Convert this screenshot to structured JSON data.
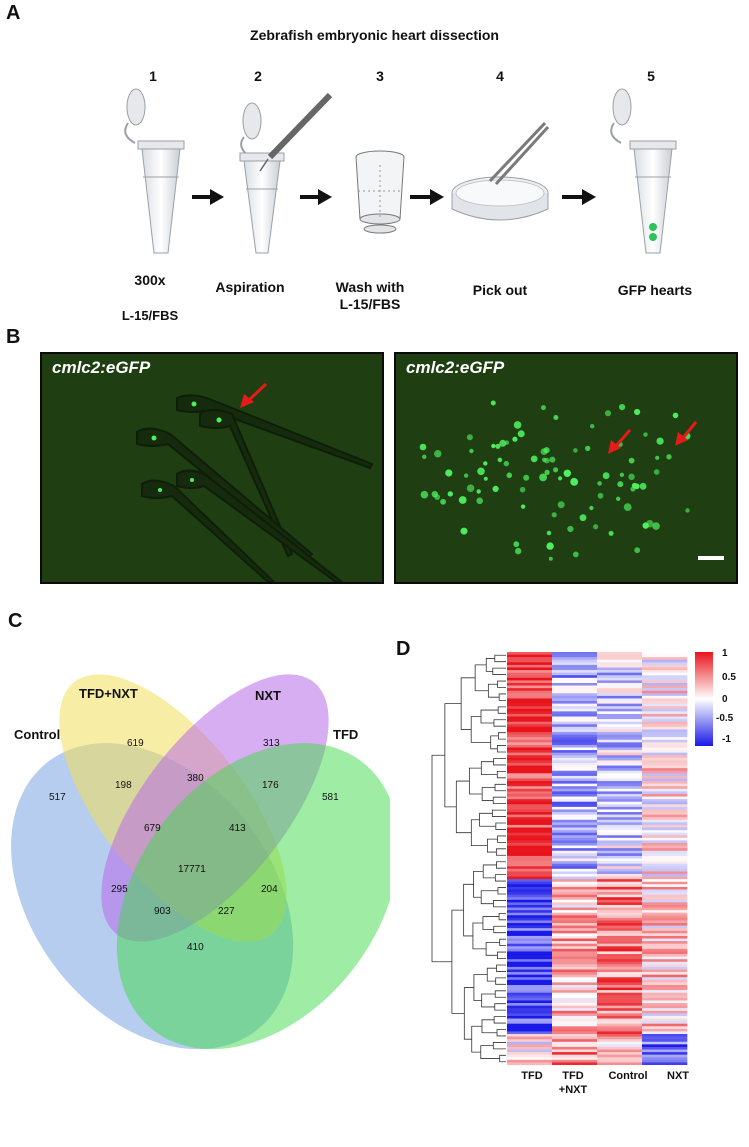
{
  "panels": {
    "a": "A",
    "b": "B",
    "c": "C",
    "d": "D"
  },
  "panel_a": {
    "title": "Zebrafish embryonic heart dissection",
    "steps": [
      {
        "num": "1",
        "label_lines": [
          "300x",
          "L-15/FBS"
        ]
      },
      {
        "num": "2",
        "label_lines": [
          "Aspiration"
        ]
      },
      {
        "num": "3",
        "label_lines": [
          "Wash with",
          "L-15/FBS"
        ]
      },
      {
        "num": "4",
        "label_lines": [
          "Pick out"
        ]
      },
      {
        "num": "5",
        "label_lines": [
          "GFP hearts"
        ]
      }
    ]
  },
  "panel_b": {
    "left_label": "cmlc2:eGFP",
    "right_label": "cmlc2:eGFP"
  },
  "panel_c": {
    "sets": [
      "Control",
      "TFD+NXT",
      "NXT",
      "TFD"
    ],
    "counts": {
      "control_only": "517",
      "tfdnxt_only": "619",
      "nxt_only": "313",
      "tfd_only": "581",
      "control_tfdnxt": "198",
      "tfdnxt_nxt": "380",
      "nxt_tfd": "176",
      "control_tfdnxt_nxt": "679",
      "tfdnxt_nxt_tfd": "413",
      "all": "17771",
      "control_nxt": "295",
      "control_nxt_tfd": "903",
      "control_tfdnxt_tfd": "227",
      "tfdnxt_tfd": "204",
      "control_tfd": "410"
    },
    "colors": {
      "control": "#6f9be0",
      "tfdnxt": "#f2df5a",
      "nxt": "#b86be8",
      "tfd": "#3fd94a"
    }
  },
  "panel_d": {
    "columns": [
      "TFD",
      "TFD\n+NXT",
      "Control",
      "NXT"
    ],
    "column_label_lines": [
      [
        "TFD"
      ],
      [
        "TFD",
        "+NXT"
      ],
      [
        "Control"
      ],
      [
        "NXT"
      ]
    ],
    "colorbar_ticks": [
      "1",
      "0.5",
      "0",
      "-0.5",
      "-1"
    ],
    "colors": {
      "high": "#e8141b",
      "mid": "#ffffff",
      "low": "#1a1ae8"
    }
  }
}
